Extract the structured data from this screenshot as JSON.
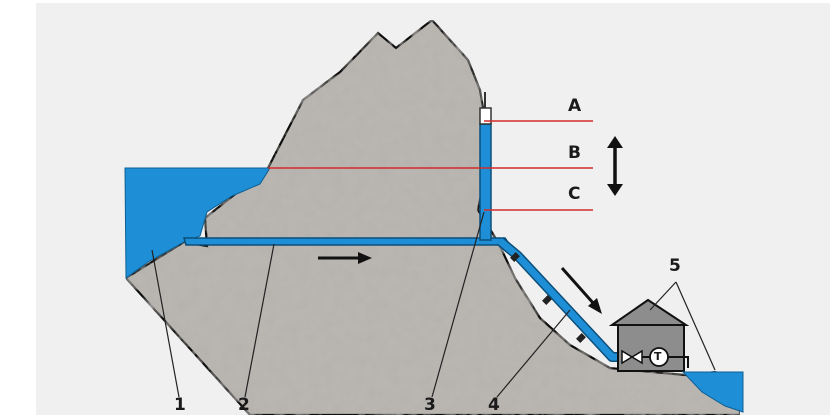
{
  "labels": {
    "level_a": "A",
    "level_b": "B",
    "level_c": "C",
    "n1": "1",
    "n2": "2",
    "n3": "3",
    "n4": "4",
    "n5": "5",
    "turbine_symbol": "T"
  },
  "colors": {
    "background_panel": "#f0f0f0",
    "rock": "#b9b6b1",
    "water": "#1e8fd6",
    "level_lines": "#d42a2a",
    "house": "#8d8d8d"
  },
  "icons": {
    "flow_arrow": "arrow-right",
    "penstock_arrow": "arrow-down-right",
    "surge_arrow": "arrow-up-down",
    "valve": "valve-symbol",
    "turbine": "turbine-symbol"
  }
}
